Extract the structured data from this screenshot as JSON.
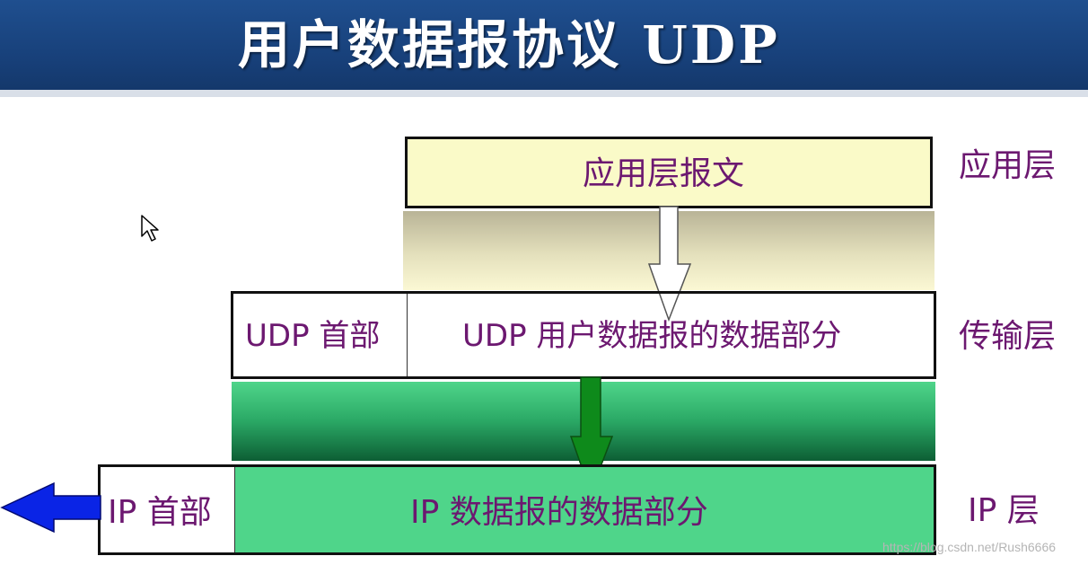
{
  "title": "用户数据报协议 UDP",
  "app_message": "应用层报文",
  "udp_header": "UDP 首部",
  "udp_data": "UDP 用户数据报的数据部分",
  "ip_header": "IP 首部",
  "ip_data": "IP 数据报的数据部分",
  "layers": {
    "application": "应用层",
    "transport": "传输层",
    "ip": "IP 层"
  },
  "watermark": "https://blog.csdn.net/Rush6666",
  "colors": {
    "title_bg": "#1a4580",
    "app_box": "#fafac8",
    "ip_data_box": "#4fd58a",
    "label_text": "#6c1870",
    "arrow_green": "#0e8a1b",
    "arrow_blue": "#0a24e6"
  }
}
